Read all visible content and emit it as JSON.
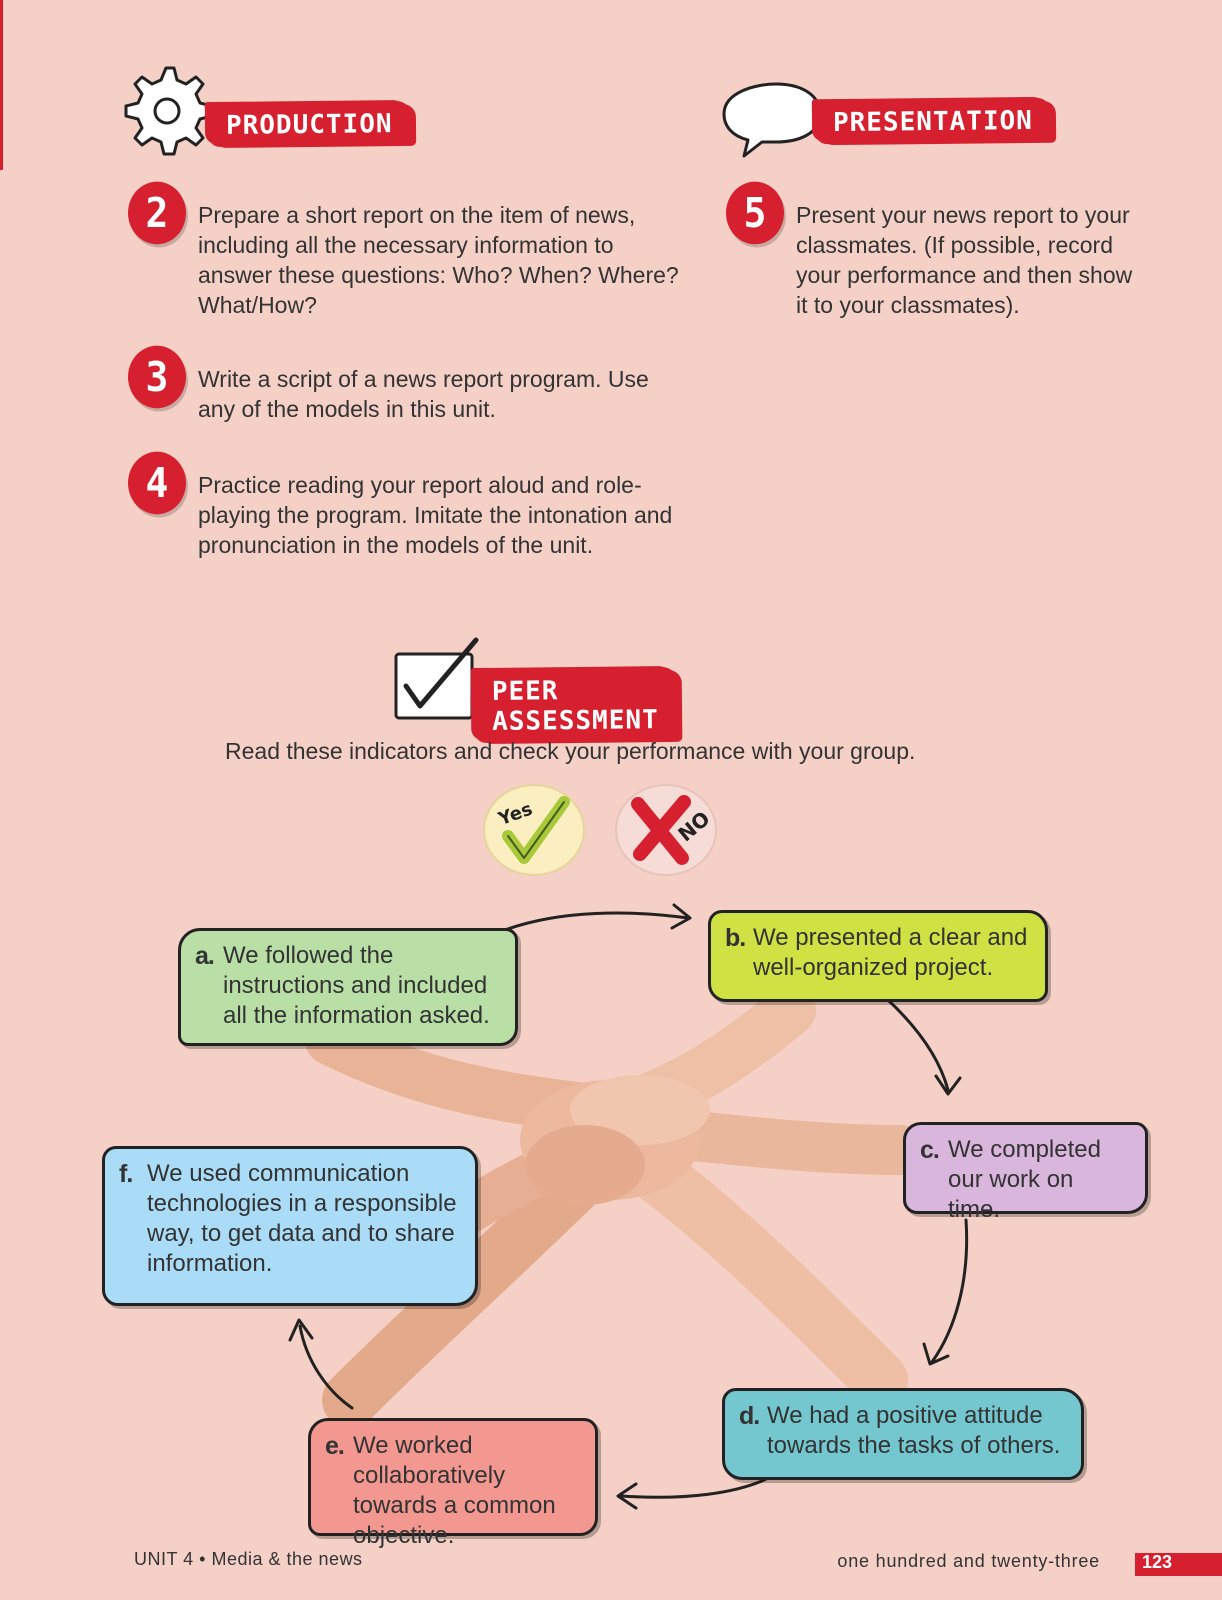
{
  "sections": {
    "production": "PRODUCTION",
    "presentation": "PRESENTATION",
    "peer_assessment": "PEER ASSESSMENT"
  },
  "tasks": [
    {
      "num": "2",
      "text": "Prepare a short report on the item of news, including all the necessary information to answer these questions: Who? When? Where? What/How?"
    },
    {
      "num": "3",
      "text": "Write a script of a news report program. Use any of the models in this unit."
    },
    {
      "num": "4",
      "text": "Practice reading your report aloud and role-playing the program. Imitate the intonation and pronunciation in the models of the unit."
    },
    {
      "num": "5",
      "text": "Present your news report to your classmates. (If possible, record your performance and then show it to your classmates)."
    }
  ],
  "instructions": "Read these indicators and check your performance with your group.",
  "badges": {
    "yes": "Yes",
    "no": "NO"
  },
  "indicators": [
    {
      "letter": "a.",
      "text": "We followed the instructions and included all the information asked."
    },
    {
      "letter": "b.",
      "text": "We presented a clear and well-organized project."
    },
    {
      "letter": "c.",
      "text": "We completed our work on time."
    },
    {
      "letter": "d.",
      "text": "We had a positive attitude towards the tasks of others."
    },
    {
      "letter": "e.",
      "text": "We worked collaboratively towards a common objective."
    },
    {
      "letter": "f.",
      "text": "We used communication technologies in a responsible way, to get data and to share information."
    }
  ],
  "footer": {
    "unit": "UNIT 4 • Media & the news",
    "page_words": "one hundred and twenty-three",
    "page_number": "123"
  },
  "colors": {
    "background": "#f5d0c6",
    "accent_red": "#d6202f",
    "ind_a": "#b9dfa6",
    "ind_b": "#cfe143",
    "ind_c": "#d9b6dc",
    "ind_d": "#74c7cf",
    "ind_e": "#f39791",
    "ind_f": "#aadcf7"
  }
}
